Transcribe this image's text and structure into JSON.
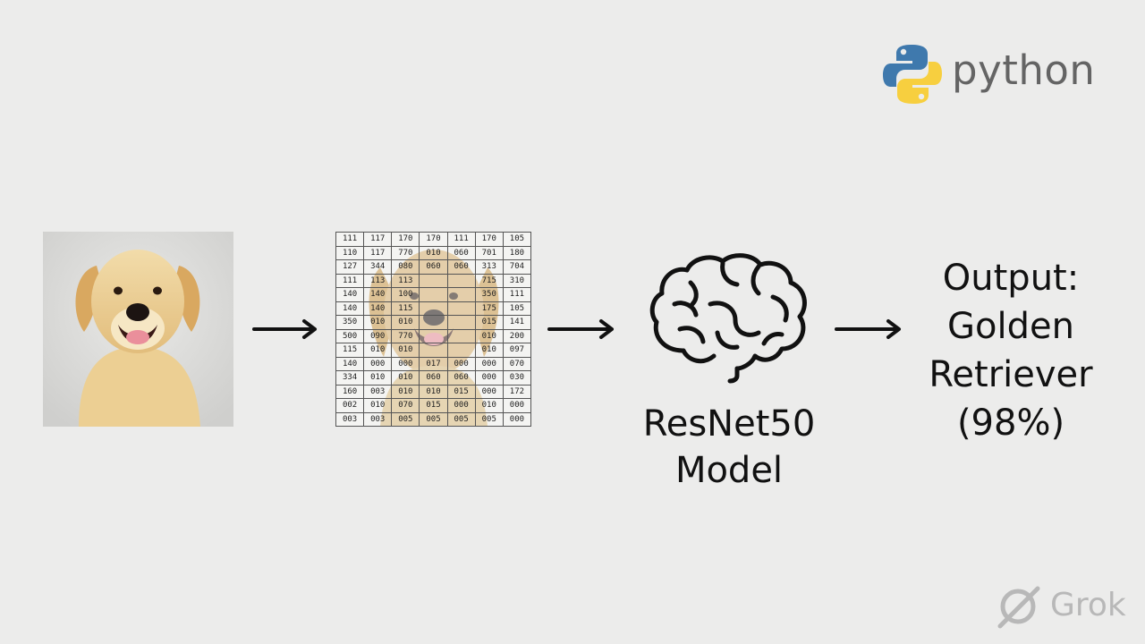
{
  "logo": {
    "text": "python",
    "colors": {
      "blue": "#3f79ad",
      "yellow": "#f7cf3f",
      "text": "#646464"
    }
  },
  "steps": {
    "input_image": {
      "subject": "golden retriever dog photo"
    },
    "pixel_grid": {
      "rows": [
        [
          "111",
          "117",
          "170",
          "170",
          "111",
          "170",
          "105"
        ],
        [
          "110",
          "117",
          "770",
          "010",
          "060",
          "701",
          "180"
        ],
        [
          "127",
          "344",
          "080",
          "060",
          "060",
          "313",
          "704"
        ],
        [
          "111",
          "113",
          "113",
          "",
          "",
          "715",
          "310"
        ],
        [
          "140",
          "140",
          "100",
          "",
          "",
          "350",
          "111"
        ],
        [
          "140",
          "140",
          "115",
          "",
          "",
          "175",
          "105"
        ],
        [
          "350",
          "010",
          "010",
          "",
          "",
          "015",
          "141"
        ],
        [
          "500",
          "090",
          "770",
          "",
          "",
          "010",
          "200"
        ],
        [
          "115",
          "010",
          "010",
          "",
          "",
          "010",
          "097"
        ],
        [
          "140",
          "000",
          "000",
          "017",
          "000",
          "000",
          "070"
        ],
        [
          "334",
          "010",
          "010",
          "060",
          "060",
          "000",
          "030"
        ],
        [
          "160",
          "003",
          "010",
          "010",
          "015",
          "000",
          "172"
        ],
        [
          "002",
          "010",
          "070",
          "015",
          "000",
          "010",
          "000"
        ],
        [
          "003",
          "003",
          "005",
          "005",
          "005",
          "005",
          "000"
        ]
      ]
    },
    "model": {
      "line1": "ResNet50",
      "line2": "Model"
    },
    "output": {
      "line1": "Output:",
      "line2": "Golden",
      "line3": "Retriever",
      "line4": "(98%)"
    }
  },
  "watermark": {
    "text": "Grok"
  },
  "icons": [
    "python-logo-icon",
    "right-arrow-icon",
    "brain-icon",
    "grok-logo-icon"
  ]
}
